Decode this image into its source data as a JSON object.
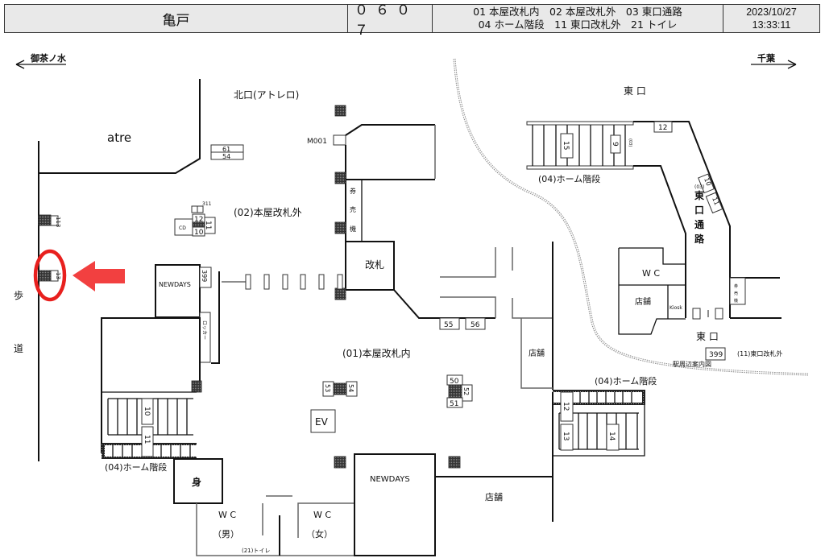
{
  "header": {
    "station_name": "亀戸",
    "station_code": "０６０７",
    "legend_line1": "01 本屋改札内　02 本屋改札外　03 東口通路",
    "legend_line2": "04 ホーム階段　11 東口改札外　21 トイレ",
    "date": "2023/10/27",
    "time": "13:33:11"
  },
  "directions": {
    "left": "御茶ノ水",
    "right": "千葉"
  },
  "areas": {
    "north_exit": "北口(アトレロ)",
    "atre": "atre",
    "honya_outside": "(02)本屋改札外",
    "honya_inside": "(01)本屋改札内",
    "east_exit_top": "東 口",
    "east_exit_bottom": "東 口",
    "east_passage_code": "(03)",
    "east_passage": [
      "東",
      "口",
      "通",
      "路"
    ],
    "east_outside": "(11)東口改札外",
    "sidewalk": [
      "歩",
      "道"
    ],
    "platform_stairs": "(04)ホーム階段",
    "toilet": "(21)トイレ",
    "area_map": "駅周辺案内図"
  },
  "facilities": {
    "ticket_gate": "改札",
    "ticket_machine": [
      "券",
      "売",
      "機"
    ],
    "newdays_1": "NEWDAYS",
    "newdays_2": "NEWDAYS",
    "coin_locker": "ロッカー",
    "ev": "EV",
    "shop_1": "店舗",
    "shop_2": "店舗",
    "shop_3": "店舗",
    "kiosk": "Kiosk",
    "wc_east": "W C",
    "wc_men": "W C",
    "wc_men_sub": "（男）",
    "wc_women": "W C",
    "wc_women_sub": "（女）",
    "accessible": "身",
    "cd": "CD",
    "m001": "M001"
  },
  "camera_numbers": {
    "n61": "61",
    "n54a": "54",
    "n311": "311",
    "n12a": "12",
    "n11a": "11",
    "n10a": "10",
    "n113": "113",
    "n13a": "13",
    "n399a": "399",
    "n55": "55",
    "n56": "56",
    "n53": "53",
    "n54b": "54",
    "n50": "50",
    "n51": "51",
    "n52": "52",
    "n15": "15",
    "n9": "9",
    "n03": "(03)",
    "n12b": "12",
    "n10b": "10",
    "n11b": "11",
    "n399b": "399",
    "n10c": "10",
    "n11c": "11",
    "n12c": "12",
    "n13c": "13",
    "n14": "14"
  },
  "highlight": {
    "target": "13",
    "color": "#e8201e",
    "arrow_color": "#f24040"
  }
}
